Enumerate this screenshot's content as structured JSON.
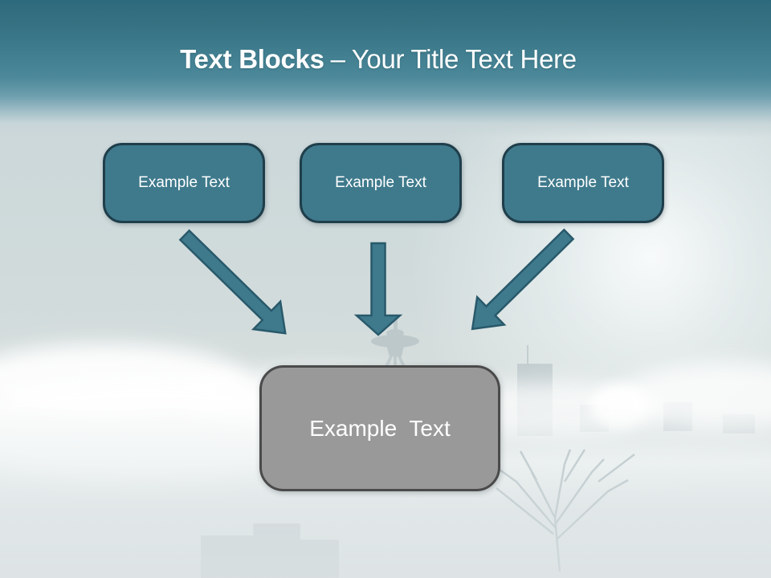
{
  "slide": {
    "title": {
      "emphasis": "Text Blocks",
      "separator": "–",
      "text": "Your Title Text Here"
    },
    "source_boxes": [
      {
        "label": "Example Text"
      },
      {
        "label": "Example Text"
      },
      {
        "label": "Example Text"
      }
    ],
    "result_box": {
      "label": "Example Text"
    },
    "arrows": [
      {
        "name": "arrow-down-right"
      },
      {
        "name": "arrow-down"
      },
      {
        "name": "arrow-down-left"
      }
    ],
    "colors": {
      "accent_teal": "#3f7a8c",
      "accent_teal_border": "#1f3e4b",
      "arrow_outline": "#28596b",
      "result_gray": "#999999",
      "result_gray_border": "#4a4a4a",
      "title_text": "#ffffff"
    }
  }
}
